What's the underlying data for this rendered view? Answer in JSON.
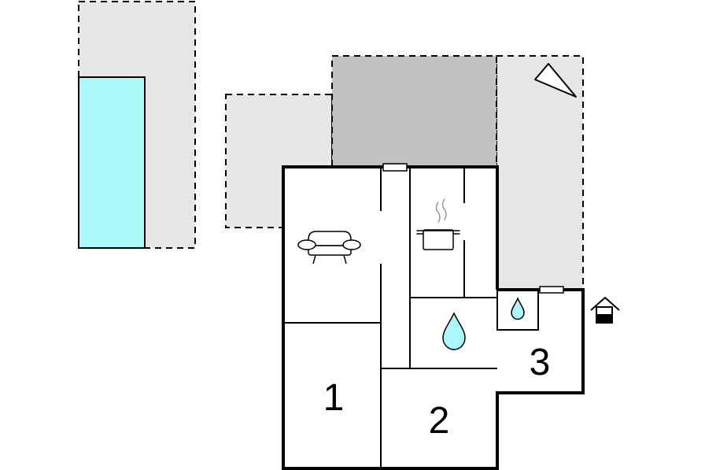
{
  "floorplan": {
    "rooms": [
      {
        "id": "bedroom-1",
        "label": "1"
      },
      {
        "id": "bedroom-2",
        "label": "2"
      },
      {
        "id": "bedroom-3",
        "label": "3"
      }
    ],
    "icons": [
      {
        "id": "living-room",
        "icon": "sofa-icon"
      },
      {
        "id": "kitchen",
        "icon": "cooking-pot-icon"
      },
      {
        "id": "bathroom",
        "icon": "water-drop-icon"
      },
      {
        "id": "washroom",
        "icon": "water-drop-icon"
      },
      {
        "id": "entrance",
        "icon": "house-entrance-icon"
      },
      {
        "id": "north",
        "icon": "compass-arrow-icon"
      }
    ],
    "colors": {
      "wall": "#000000",
      "terrace": "#e6e6e6",
      "covered_terrace": "#c2c2c2",
      "pool": "#aaf8fa",
      "water": "#aaf8fa",
      "background": "#ffffff"
    }
  }
}
